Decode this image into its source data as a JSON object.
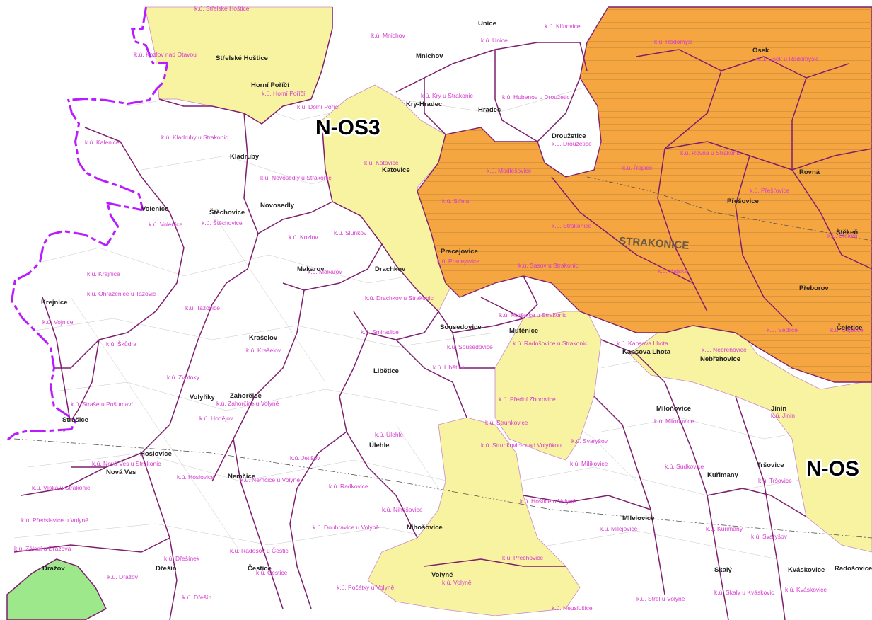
{
  "zones": [
    {
      "label": "N-OS3"
    },
    {
      "label": "N-OS"
    }
  ],
  "city_label": "STRAKONICE",
  "colors": {
    "yellow_zone": "#f7f3a0",
    "orange_zone": "#f6a640",
    "green_zone": "#9de88a",
    "boundary_purple": "#7e1f6e",
    "border_magenta": "#b91aff",
    "ku_label": "#d63bd1"
  },
  "towns": [
    "Střelské Hoštice",
    "Horní Poříčí",
    "Mnichov",
    "Unice",
    "Kry-Hradec",
    "Hradec",
    "Droužetice",
    "Kladruby",
    "Novosedly",
    "Štěchovice",
    "Katovice",
    "Volenice",
    "Krejnice",
    "Makarov",
    "Drachkov",
    "Pracejovice",
    "Mutěnice",
    "Sousedovice",
    "Krašelov",
    "Libětice",
    "Volyňky",
    "Zahorčice",
    "Miloňovice",
    "Strašice",
    "Nemčice",
    "Hoslovice",
    "Nová Ves",
    "Úlehle",
    "Nihošovice",
    "Mileiovice",
    "Kuřimany",
    "Tršovice",
    "Dražov",
    "Dřešín",
    "Čestice",
    "Skalý",
    "Kváskovice",
    "Volyně",
    "Osek",
    "Rovná",
    "Přešovice",
    "Štěkeň",
    "Přeborov",
    "Čejetice",
    "Kapsova Lhota",
    "Nebřehovice",
    "Jinín",
    "Radošovice"
  ],
  "ku_labels": [
    "k.ú. Střelské Hoštice",
    "k.ú. Kozlov nad Otavou",
    "k.ú. Horní Poříčí",
    "k.ú. Dolní Poříčí",
    "k.ú. Mnichov",
    "k.ú. Unice",
    "k.ú. Klínovice",
    "k.ú. Kladruby u Strakonic",
    "k.ú. Kalenice",
    "k.ú. Novosedly u Strakonic",
    "k.ú. Katovice",
    "k.ú. Kry u Strakonic",
    "k.ú. Hubenov u Droužetic",
    "k.ú. Droužetice",
    "k.ú. Štěchovice",
    "k.ú. Volenice",
    "k.ú. Slunkov",
    "k.ú. Kozlov",
    "k.ú. Krejnice",
    "k.ú. Makarov",
    "k.ú. Pracejovice",
    "k.ú. Ohrazenice u Tažovic",
    "k.ú. Tažovice",
    "k.ú. Drachkov u Strakonic",
    "k.ú. Mutěnice u Strakonic",
    "k.ú. Vojnice",
    "k.ú. Škůdra",
    "k.ú. Krašelov",
    "k.ú. Sousedovice",
    "k.ú. Radošovice u Strakonic",
    "k.ú. Kapsova Lhota",
    "k.ú. Nebřehovice",
    "k.ú. Strakonice",
    "k.ú. Střela",
    "k.ú. Modlešovice",
    "k.ú. Radomyšl",
    "k.ú. Osek u Radomyšle",
    "k.ú. Rovná u Strakonic",
    "k.ú. Řepice",
    "k.ú. Přešťovice",
    "k.ú. Štěkeň",
    "k.ú. Sedlice",
    "k.ú. Čejetice",
    "k.ú. Libětice",
    "k.ú. Přední Zborovice",
    "k.ú. Strunkovice nad Volyňkou",
    "k.ú. Úlehle",
    "k.ú. Zahorčice u Volyně",
    "k.ú. Hodějov",
    "k.ú. Straše u Pošumaví",
    "k.ú. Nová Ves u Strakonic",
    "k.ú. Víska u Strakonic",
    "k.ú. Hoslovice",
    "k.ú. Němčice u Volyně",
    "k.ú. Radkovice",
    "k.ú. Jetišov",
    "k.ú. Nihošovice",
    "k.ú. Předslavice u Volyně",
    "k.ú. Dražov",
    "k.ú. Dřešínek",
    "k.ú. Radešov u Čestic",
    "k.ú. Doubravice u Volyně",
    "k.ú. Čestice",
    "k.ú. Volyně",
    "k.ú. Přechovice",
    "k.ú. Hoštice u Volyně",
    "k.ú. Milejovice",
    "k.ú. Kuřimany",
    "k.ú. Tršovice",
    "k.ú. Sudkovice",
    "k.ú. Skaly u Kváskovic",
    "k.ú. Kváskovice",
    "k.ú. Miloňovice",
    "k.ú. Jinín",
    "k.ú. Počátky u Volyně",
    "k.ú. Neuslušice",
    "k.ú. Střel u Volyně",
    "k.ú. Svaryšov",
    "k.ú. Mílikovice",
    "k.ú. Svaryšov",
    "k.ú. Zálesí u Drážova",
    "k.ú. Dřešín",
    "k.ú. Zvotoky",
    "k.ú. Strunkovice",
    "k.ú. Hajská",
    "k.ú. Sasov u Strakonic",
    "k.ú. Smiradice"
  ]
}
